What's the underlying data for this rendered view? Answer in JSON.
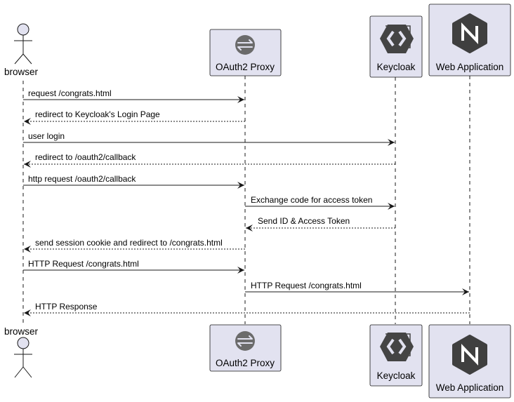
{
  "participants": [
    {
      "id": "browser",
      "label": "browser",
      "kind": "actor"
    },
    {
      "id": "proxy",
      "label": "OAuth2 Proxy",
      "kind": "box",
      "icon": "oauth2-proxy-icon"
    },
    {
      "id": "keycloak",
      "label": "Keycloak",
      "kind": "box",
      "icon": "keycloak-icon"
    },
    {
      "id": "webapp",
      "label": "Web Application",
      "kind": "box",
      "icon": "nginx-icon"
    }
  ],
  "messages": [
    {
      "from": "browser",
      "to": "proxy",
      "label": "request /congrats.html",
      "style": "solid"
    },
    {
      "from": "proxy",
      "to": "browser",
      "label": "redirect to Keycloak's Login Page",
      "style": "dashed"
    },
    {
      "from": "browser",
      "to": "keycloak",
      "label": "user login",
      "style": "solid"
    },
    {
      "from": "keycloak",
      "to": "browser",
      "label": "redirect to /oauth2/callback",
      "style": "dashed"
    },
    {
      "from": "browser",
      "to": "proxy",
      "label": "http request /oauth2/callback",
      "style": "solid"
    },
    {
      "from": "proxy",
      "to": "keycloak",
      "label": "Exchange code for access token",
      "style": "solid"
    },
    {
      "from": "keycloak",
      "to": "proxy",
      "label": "Send ID & Access Token",
      "style": "dashed"
    },
    {
      "from": "proxy",
      "to": "browser",
      "label": "send session cookie and redirect to /congrats.html",
      "style": "dashed"
    },
    {
      "from": "browser",
      "to": "proxy",
      "label": "HTTP Request /congrats.html",
      "style": "solid"
    },
    {
      "from": "proxy",
      "to": "webapp",
      "label": "HTTP Request /congrats.html",
      "style": "solid"
    },
    {
      "from": "webapp",
      "to": "browser",
      "label": "HTTP Response",
      "style": "dashed"
    }
  ],
  "colors": {
    "participant_fill": "#e2e2f0",
    "participant_border": "#181818",
    "lifeline": "#181818",
    "arrow": "#181818",
    "icon_dark": "#444444",
    "nginx_hex": "#3f3f3f"
  }
}
